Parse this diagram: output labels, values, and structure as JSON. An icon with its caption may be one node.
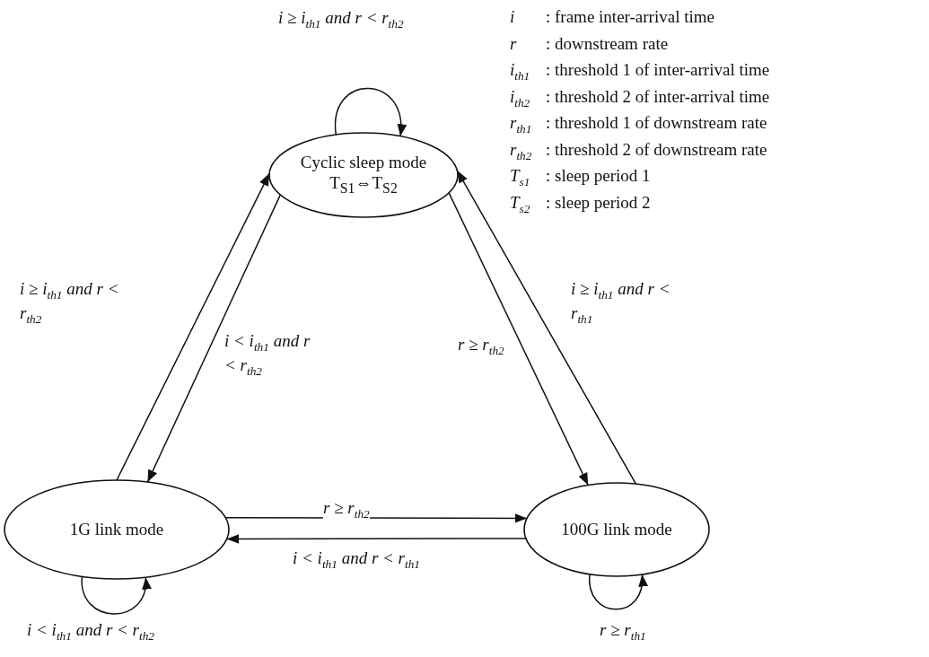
{
  "diagram": {
    "nodes": [
      {
        "text": [
          "Cyclic sleep mode",
          "T$_{S1}$⇔T$_{S2}$"
        ]
      },
      {
        "text": [
          "1G link mode"
        ]
      },
      {
        "text": [
          "100G link mode"
        ]
      }
    ],
    "edges": [
      {
        "from": 0,
        "to": 0,
        "arrow": "to",
        "label": "i ≥ i$_{th1}$ and r < r$_{th2}$"
      },
      {
        "from": 1,
        "to": 0,
        "arrow": "to",
        "label": "i ≥ i$_{th1}$ and r < r$_{th2}$"
      },
      {
        "from": 0,
        "to": 1,
        "arrow": "to",
        "label": "i < i$_{th1}$ and r < r$_{th2}$"
      },
      {
        "from": 0,
        "to": 2,
        "arrow": "to",
        "label": "r ≥ r$_{th2}$"
      },
      {
        "from": 2,
        "to": 0,
        "arrow": "to",
        "label": "i ≥ i$_{th1}$ and r < r$_{th1}$"
      },
      {
        "from": 1,
        "to": 2,
        "arrow": "to",
        "label": "r ≥ r$_{th2}$"
      },
      {
        "from": 2,
        "to": 1,
        "arrow": "to",
        "label": "i < i$_{th1}$ and r < r$_{th1}$"
      },
      {
        "from": 1,
        "to": 1,
        "arrow": "to",
        "label": "i < i$_{th1}$ and r < r$_{th2}$"
      },
      {
        "from": 2,
        "to": 2,
        "arrow": "to",
        "label": "r ≥ r$_{th1}$"
      }
    ],
    "labels": [
      "i",
      ": frame inter-arrival time",
      "r",
      ": downstream rate",
      "i$_{th1}$",
      ": threshold 1 of inter-arrival time",
      "i$_{th2}$",
      ": threshold 2 of inter-arrival time",
      "r$_{th1}$",
      ": threshold 1 of downstream rate",
      "r$_{th2}$",
      ": threshold 2 of downstream rate",
      "T$_{s1}$",
      ": sleep period 1",
      "T$_{s2}$",
      ": sleep period 2"
    ]
  }
}
